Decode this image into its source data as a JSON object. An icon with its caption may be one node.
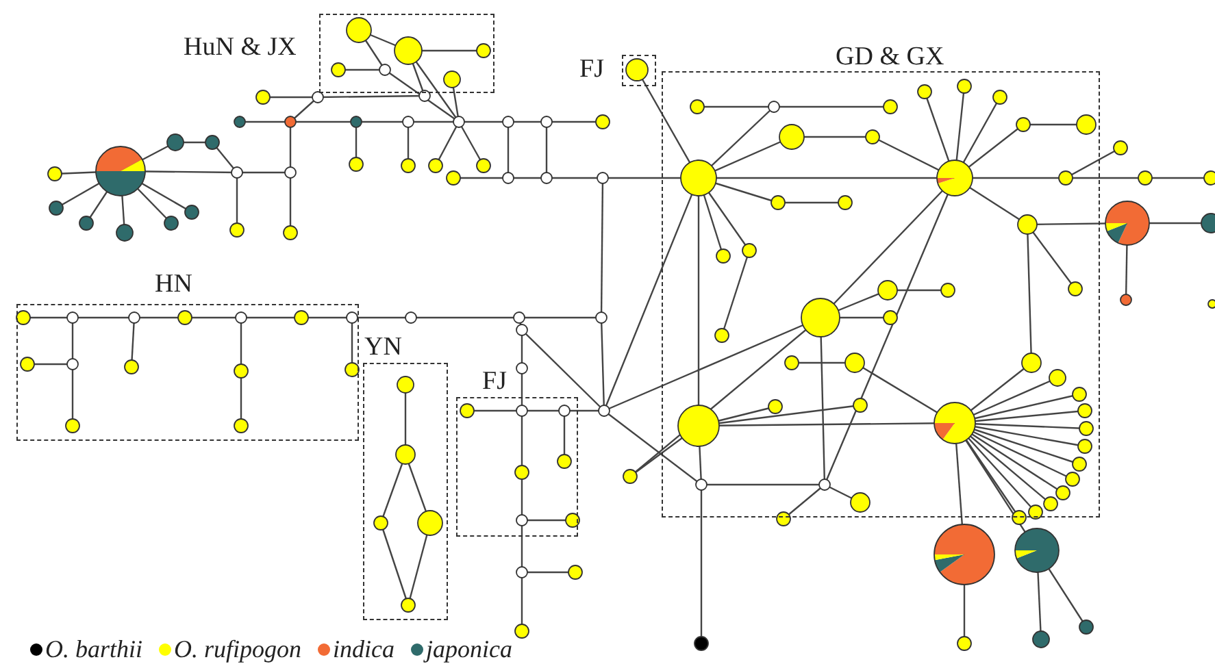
{
  "diagram": {
    "nodes": [
      {
        "text": [
          "HuN & JX"
        ]
      },
      {
        "text": [
          "FJ"
        ]
      },
      {
        "text": [
          "GD & GX"
        ]
      },
      {
        "text": [
          "HN"
        ]
      },
      {
        "text": [
          "YN"
        ]
      },
      {
        "text": [
          "FJ"
        ]
      }
    ],
    "legend": [
      {
        "text": "O. barthii",
        "color": "#000000"
      },
      {
        "text": "O. rufipogon",
        "color": "#ffff00"
      },
      {
        "text": "indica",
        "color": "#f26b35"
      },
      {
        "text": "japonica",
        "color": "#2f6b6b"
      }
    ]
  }
}
